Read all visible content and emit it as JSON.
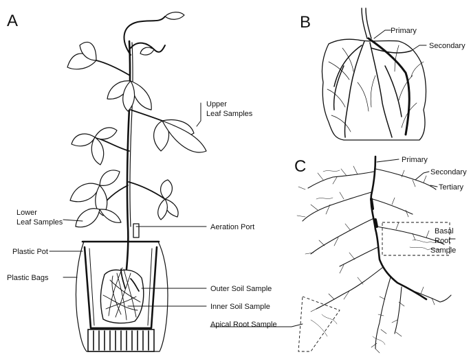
{
  "panels": {
    "a": "A",
    "b": "B",
    "c": "C"
  },
  "panel_a_labels": {
    "upper_leaf_1": "Upper",
    "upper_leaf_2": "Leaf Samples",
    "lower_leaf_1": "Lower",
    "lower_leaf_2": "Leaf Samples",
    "aeration_port": "Aeration Port",
    "plastic_pot": "Plastic Pot",
    "plastic_bags": "Plastic Bags",
    "outer_soil": "Outer Soil Sample",
    "inner_soil": "Inner Soil Sample",
    "apical_root": "Apical Root Sample"
  },
  "panel_b_labels": {
    "primary": "Primary",
    "secondary": "Secondary"
  },
  "panel_c_labels": {
    "primary": "Primary",
    "secondary": "Secondary",
    "tertiary": "Tertiary",
    "basal_1": "Basal",
    "basal_2": "Root",
    "basal_3": "Sample"
  }
}
